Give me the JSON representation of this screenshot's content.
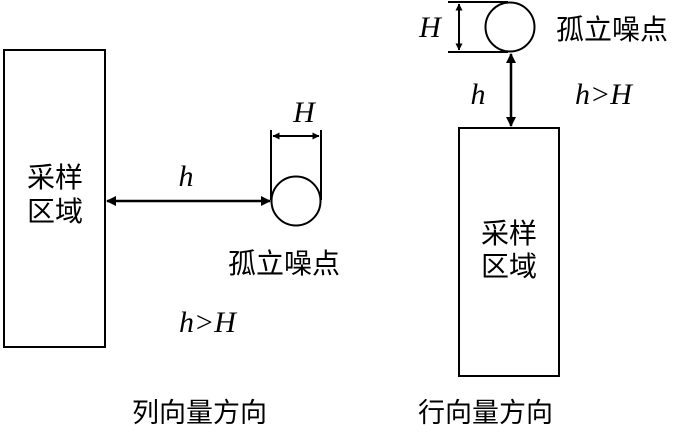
{
  "left_panel": {
    "region_label_line1": "采样",
    "region_label_line2": "区域",
    "distance_label": "h",
    "size_label": "H",
    "noise_label": "孤立噪点",
    "condition_label": "h>H",
    "caption": "列向量方向"
  },
  "right_panel": {
    "region_label_line1": "采样",
    "region_label_line2": "区域",
    "distance_label": "h",
    "size_label": "H",
    "noise_label": "孤立噪点",
    "condition_label": "h>H",
    "caption": "行向量方向"
  }
}
